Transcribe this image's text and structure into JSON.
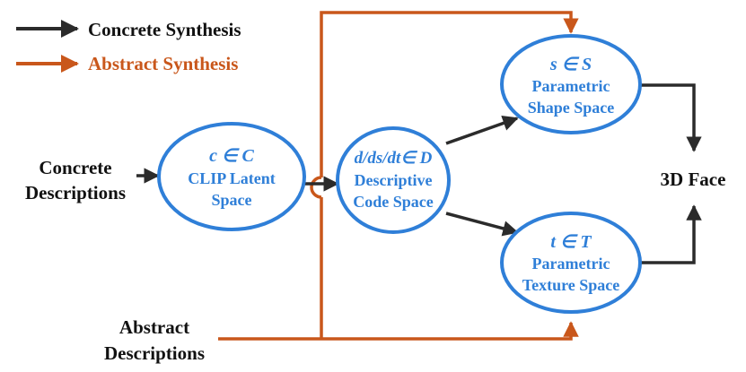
{
  "legend": {
    "concrete_label": "Concrete Synthesis",
    "abstract_label": "Abstract Synthesis"
  },
  "inputs": {
    "concrete_line1": "Concrete",
    "concrete_line2": "Descriptions",
    "abstract_line1": "Abstract",
    "abstract_line2": "Descriptions"
  },
  "nodes": {
    "clip": {
      "math": "c ∈ C",
      "line1": "CLIP Latent",
      "line2": "Space"
    },
    "code": {
      "math": "d/ds/dt∈ D",
      "line1": "Descriptive",
      "line2": "Code Space"
    },
    "shape": {
      "math": "s ∈ S",
      "line1": "Parametric",
      "line2": "Shape Space"
    },
    "texture": {
      "math": "t ∈ T",
      "line1": "Parametric",
      "line2": "Texture Space"
    }
  },
  "output": {
    "label": "3D Face"
  },
  "colors": {
    "concrete": "#2b2b2b",
    "abstract": "#c9571b",
    "node_border": "#2f7fd8",
    "node_text": "#2f7fd8"
  }
}
